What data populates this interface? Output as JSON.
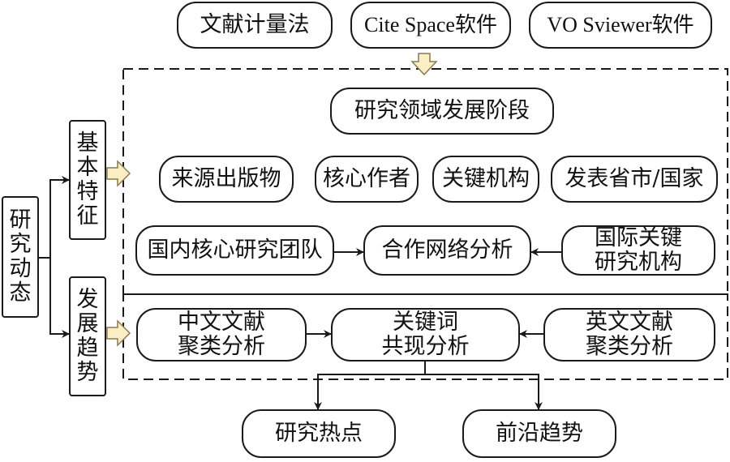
{
  "methods": [
    "文献计量法",
    "Cite Space软件",
    "VO Sviewer软件"
  ],
  "root": [
    "研",
    "究",
    "动",
    "态"
  ],
  "branch_basic": [
    "基",
    "本",
    "特",
    "征"
  ],
  "branch_trend": [
    "发",
    "展",
    "趋",
    "势"
  ],
  "basic": {
    "stage": "研究领域发展阶段",
    "items": [
      "来源出版物",
      "核心作者",
      "关键机构",
      "发表省市/国家"
    ],
    "team": "国内核心研究团队",
    "network": "合作网络分析",
    "intl": [
      "国际关键",
      "研究机构"
    ]
  },
  "trend": {
    "cn": [
      "中文文献",
      "聚类分析"
    ],
    "kw": [
      "关键词",
      "共现分析"
    ],
    "en": [
      "英文文献",
      "聚类分析"
    ]
  },
  "outputs": [
    "研究热点",
    "前沿趋势"
  ],
  "colors": {
    "line": "#1a1a1a",
    "arrow_fill": "#fbeec4",
    "arrow_stroke": "#8a7a55"
  }
}
